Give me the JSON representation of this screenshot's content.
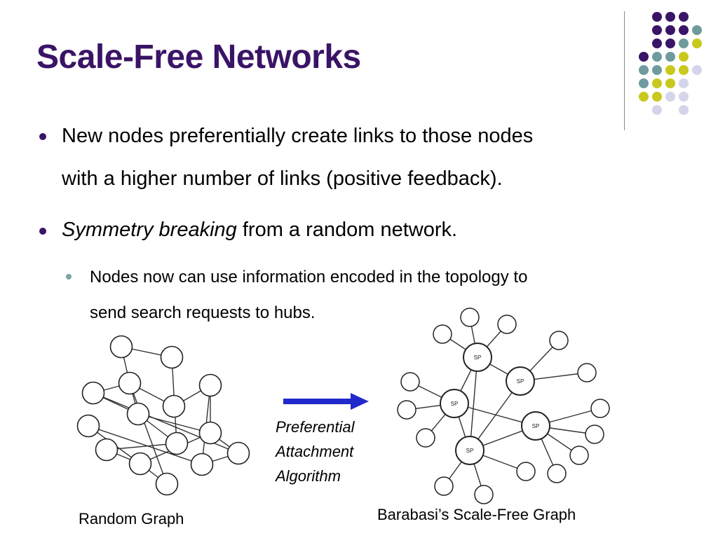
{
  "title": "Scale-Free Networks",
  "bullets": [
    {
      "line1": "New nodes preferentially create links to those nodes",
      "line2": "with a higher number of links (positive feedback)."
    },
    {
      "italic": "Symmetry breaking",
      "rest": " from a random network."
    }
  ],
  "sub_bullet": {
    "line1": "Nodes now can use information encoded in the topology to",
    "line2": "send search requests to hubs."
  },
  "algorithm_label": [
    "Preferential",
    "Attachment",
    "Algorithm"
  ],
  "captions": {
    "random": "Random Graph",
    "scale_free": "Barabasi’s Scale-Free Graph"
  },
  "hub_label": "SP",
  "colors": {
    "title": "#3a1466",
    "dot_purple": "#3a1466",
    "dot_teal": "#6f9b9e",
    "dot_yellow": "#c8c81e",
    "dot_lavender": "#d4d4ea",
    "arrow": "#2229cc"
  }
}
